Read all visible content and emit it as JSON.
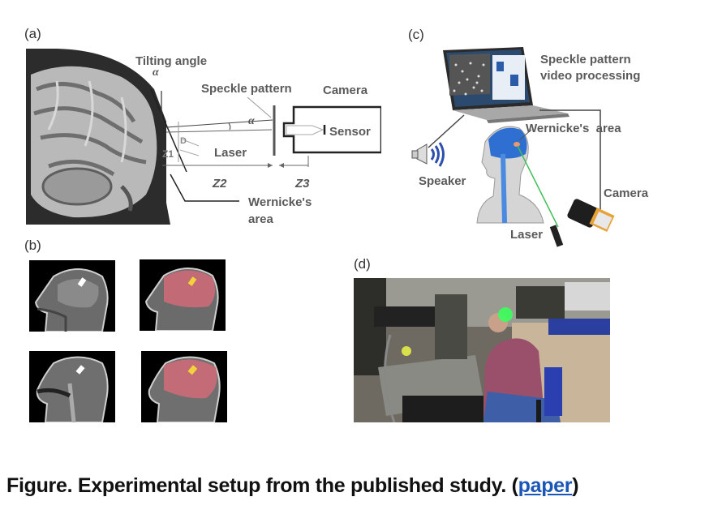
{
  "figure": {
    "panels": {
      "a": {
        "label": "(a)",
        "tilting_angle": "Tilting angle",
        "alpha": "α",
        "speckle_pattern": "Speckle pattern",
        "camera": "Camera",
        "sensor": "Sensor",
        "laser": "Laser",
        "d": "D",
        "z1": "Z1",
        "z2": "Z2",
        "z3": "Z3",
        "wernicke_line1": "Wernicke's",
        "wernicke_line2": "area"
      },
      "b": {
        "label": "(b)",
        "images": [
          "MRI sagittal T1 with activation",
          "MRI sagittal with brain overlay and activation",
          "MRI midline sagittal with activation",
          "MRI midline sagittal with brain overlay and activation"
        ]
      },
      "c": {
        "label": "(c)",
        "processing_line1": "Speckle pattern",
        "processing_line2": "video processing",
        "wernicke": "Wernicke's  area",
        "speaker": "Speaker",
        "camera": "Camera",
        "laser": "Laser"
      },
      "d": {
        "label": "(d)",
        "photo": "Laboratory photo of subject at optical setup with green laser"
      }
    },
    "colors": {
      "brain_blue": "#2f6fd1",
      "laser_green": "#3fbf5a",
      "mri_overlay": "#c76b78",
      "activation": "#f2d23a",
      "link": "#1a56b8"
    }
  },
  "caption": {
    "text": "Figure. Experimental setup from the published study. (",
    "link_text": "paper",
    "closing": ")"
  }
}
